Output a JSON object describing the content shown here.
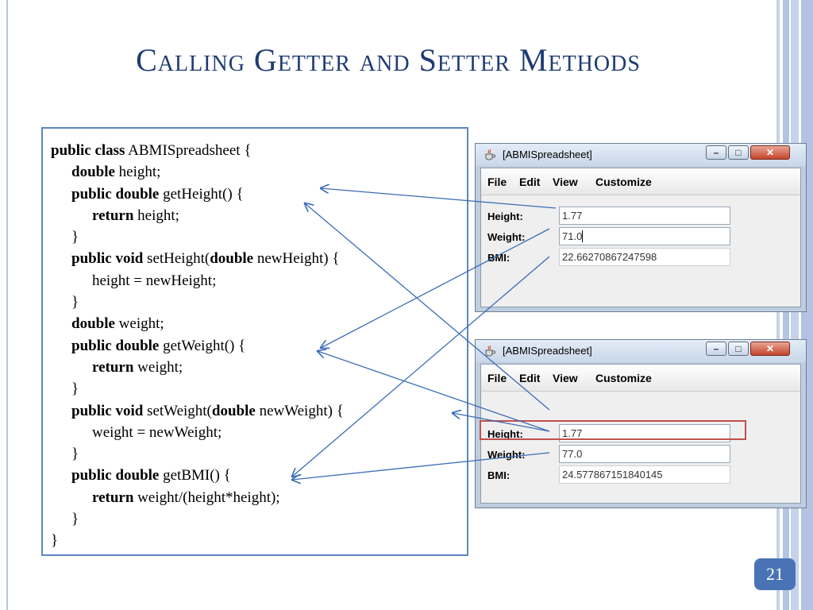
{
  "slide": {
    "title": "Calling Getter and Setter Methods",
    "page_number": "21"
  },
  "code": {
    "lines": [
      {
        "indent": 0,
        "parts": [
          {
            "t": "public class",
            "b": true
          },
          {
            "t": " ABMISpreadsheet {",
            "b": false
          }
        ]
      },
      {
        "indent": 1,
        "parts": [
          {
            "t": "double",
            "b": true
          },
          {
            "t": " height;",
            "b": false
          }
        ]
      },
      {
        "indent": 1,
        "parts": [
          {
            "t": "public double",
            "b": true
          },
          {
            "t": " getHeight() {",
            "b": false
          }
        ]
      },
      {
        "indent": 2,
        "parts": [
          {
            "t": "return",
            "b": true
          },
          {
            "t": " height;",
            "b": false
          }
        ]
      },
      {
        "indent": 1,
        "parts": [
          {
            "t": "}",
            "b": false
          }
        ]
      },
      {
        "indent": 1,
        "parts": [
          {
            "t": "public void",
            "b": true
          },
          {
            "t": " setHeight(",
            "b": false
          },
          {
            "t": "double",
            "b": true
          },
          {
            "t": " newHeight) {",
            "b": false
          }
        ]
      },
      {
        "indent": 2,
        "parts": [
          {
            "t": "height = newHeight;",
            "b": false
          }
        ]
      },
      {
        "indent": 1,
        "parts": [
          {
            "t": "}",
            "b": false
          }
        ]
      },
      {
        "indent": 1,
        "parts": [
          {
            "t": "double",
            "b": true
          },
          {
            "t": " weight;",
            "b": false
          }
        ]
      },
      {
        "indent": 1,
        "parts": [
          {
            "t": "public double",
            "b": true
          },
          {
            "t": " getWeight() {",
            "b": false
          }
        ]
      },
      {
        "indent": 2,
        "parts": [
          {
            "t": "return",
            "b": true
          },
          {
            "t": " weight;",
            "b": false
          }
        ]
      },
      {
        "indent": 1,
        "parts": [
          {
            "t": "}",
            "b": false
          }
        ]
      },
      {
        "indent": 1,
        "parts": [
          {
            "t": "public void",
            "b": true
          },
          {
            "t": " setWeight(",
            "b": false
          },
          {
            "t": "double",
            "b": true
          },
          {
            "t": " newWeight) {",
            "b": false
          }
        ]
      },
      {
        "indent": 2,
        "parts": [
          {
            "t": "weight = newWeight;",
            "b": false
          }
        ]
      },
      {
        "indent": 1,
        "parts": [
          {
            "t": "}",
            "b": false
          }
        ]
      },
      {
        "indent": 1,
        "parts": [
          {
            "t": "public double",
            "b": true
          },
          {
            "t": " getBMI() {",
            "b": false
          }
        ]
      },
      {
        "indent": 2,
        "parts": [
          {
            "t": "return",
            "b": true
          },
          {
            "t": " weight/(height*height);",
            "b": false
          }
        ]
      },
      {
        "indent": 1,
        "parts": [
          {
            "t": "}",
            "b": false
          }
        ]
      },
      {
        "indent": 0,
        "parts": [
          {
            "t": "}",
            "b": false
          }
        ]
      }
    ]
  },
  "window_top": {
    "title": "[ABMISpreadsheet]",
    "menu": [
      "File",
      "Edit",
      "View",
      "Customize"
    ],
    "height_label": "Height:",
    "height_value": "1.77",
    "weight_label": "Weight:",
    "weight_value": "71.0",
    "bmi_label": "BMI:",
    "bmi_value": "22.66270867247598"
  },
  "window_bottom": {
    "title": "[ABMISpreadsheet]",
    "menu": [
      "File",
      "Edit",
      "View",
      "Customize"
    ],
    "height_label": "Height:",
    "height_value": "1.77",
    "weight_label": "Weight:",
    "weight_value": "77.0",
    "bmi_label": "BMI:",
    "bmi_value": "24.577867151840145"
  },
  "colors": {
    "title": "#1f3b73",
    "arrow": "#3b6db5",
    "highlight": "#c0504d",
    "page_badge": "#4a73b5"
  }
}
